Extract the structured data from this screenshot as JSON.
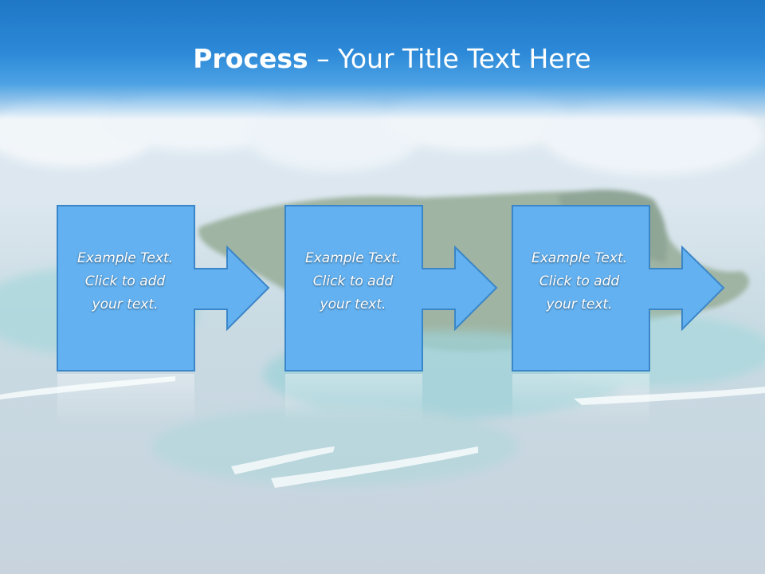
{
  "slide": {
    "title_strong": "Process",
    "title_dash": " – ",
    "title_rest": "Your Title Text Here"
  },
  "steps": [
    {
      "lines": [
        "Example Text.",
        "Click  to add",
        "your text."
      ]
    },
    {
      "lines": [
        "Example Text.",
        "Click  to add",
        "your text."
      ]
    },
    {
      "lines": [
        "Example Text.",
        "Click  to add",
        "your text."
      ]
    }
  ],
  "colors": {
    "title_bar": "#2d8ad8",
    "step_fill": "#63b1f0",
    "step_border": "#3a86c8",
    "title_text": "#ffffff"
  }
}
